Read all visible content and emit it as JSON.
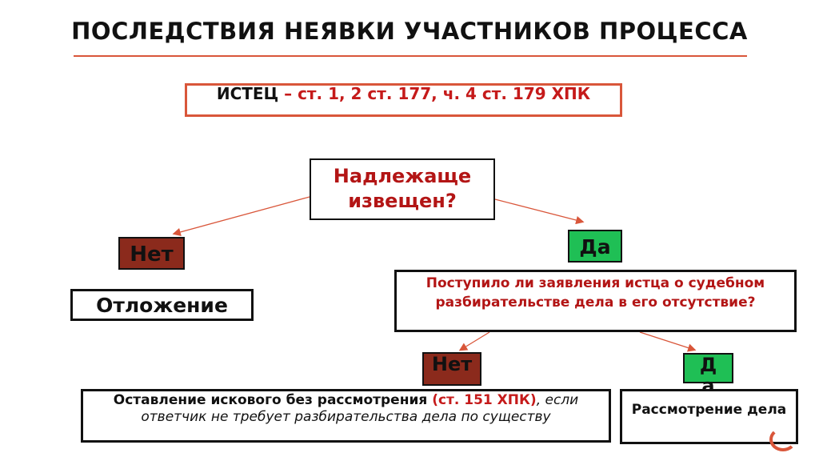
{
  "title": "ПОСЛЕДСТВИЯ НЕЯВКИ УЧАСТНИКОВ ПРОЦЕССА",
  "claimant": {
    "label": "ИСТЕЦ",
    "articles": " – ст. 1, 2 ст. 177, ч. 4 ст. 179 ХПК"
  },
  "question1": "Надлежаще извещен?",
  "branch1": {
    "no": "Нет",
    "yes": "Да"
  },
  "postponement": "Отложение",
  "question2": "Поступило ли заявления истца о судебном разбирательстве дела в его отсутствие?",
  "branch2": {
    "no": "Нет",
    "yes": "Да"
  },
  "result_no": {
    "bold": "Оставление искового без рассмотрения",
    "ref": " (ст. 151 ХПК)",
    "italic": ", если ответчик не требует разбирательства дела по существу"
  },
  "result_yes": "Рассмотрение дела",
  "colors": {
    "accent": "#d9563a",
    "question_text": "#b31515",
    "no_fill": "#8b2a1c",
    "yes_fill": "#1fbf55"
  }
}
